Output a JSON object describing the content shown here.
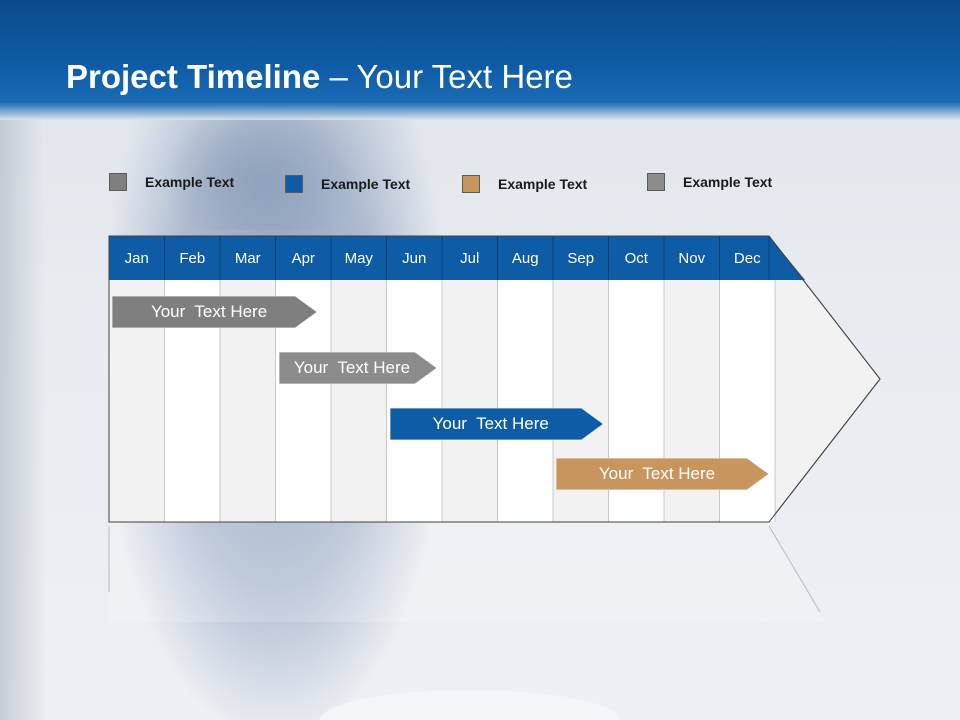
{
  "slide": {
    "title_bold": "Project Timeline",
    "title_rest": " – Your Text Here"
  },
  "legend": [
    {
      "label": "Example Text",
      "color": "#7f7f7f"
    },
    {
      "label": "Example Text",
      "color": "#0f5ca6"
    },
    {
      "label": "Example Text",
      "color": "#c9955f"
    },
    {
      "label": "Example Text",
      "color": "#8c8c8c"
    }
  ],
  "timeline": {
    "months": [
      "Jan",
      "Feb",
      "Mar",
      "Apr",
      "May",
      "Jun",
      "Jul",
      "Aug",
      "Sep",
      "Oct",
      "Nov",
      "Dec"
    ],
    "header_color": "#0f5ca6",
    "tasks": [
      {
        "label": "Your  Text Here",
        "color": "#7f7f7f",
        "start": 0,
        "end": 3.75
      },
      {
        "label": "Your  Text Here",
        "color": "#8c8c8c",
        "start": 3.0,
        "end": 5.9
      },
      {
        "label": "Your  Text Here",
        "color": "#0f5ca6",
        "start": 5.0,
        "end": 8.9
      },
      {
        "label": "Your  Text Here",
        "color": "#c9955f",
        "start": 8.0,
        "end": 12.0
      }
    ]
  }
}
